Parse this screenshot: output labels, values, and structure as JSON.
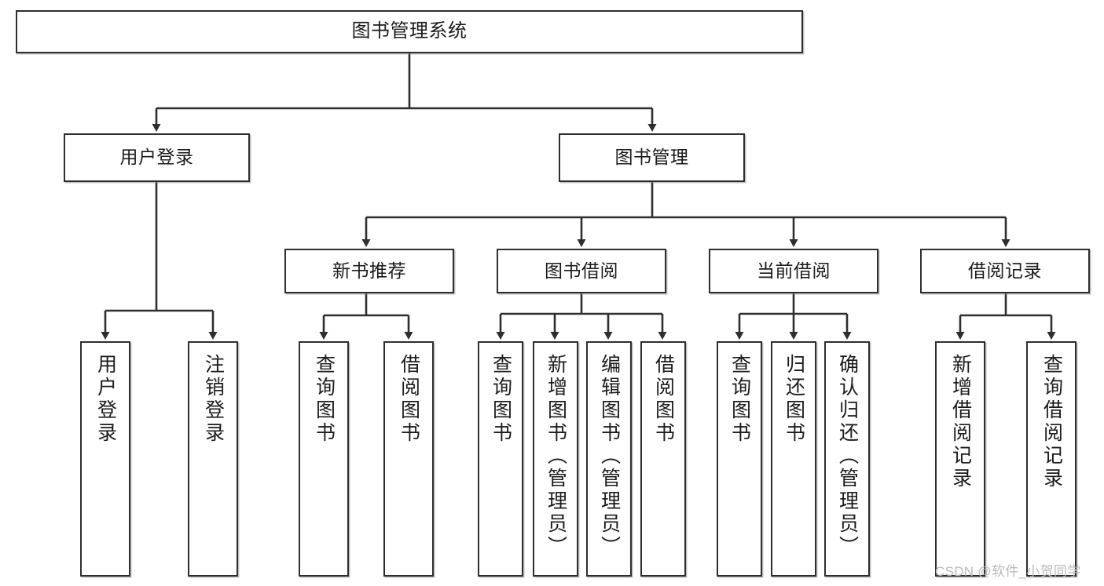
{
  "diagram": {
    "title": "图书管理系统",
    "watermark": "CSDN @软件_小贺同学",
    "stroke_color": "#2e2e2e",
    "background_color": "#ffffff",
    "text_color": "#1b1b1b"
  },
  "root": {
    "label": "图书管理系统"
  },
  "level2": [
    {
      "label": "用户登录"
    },
    {
      "label": "图书管理"
    }
  ],
  "level3": [
    {
      "label": "新书推荐"
    },
    {
      "label": "图书借阅"
    },
    {
      "label": "当前借阅"
    },
    {
      "label": "借阅记录"
    }
  ],
  "leaves": [
    {
      "label": "用户登录",
      "parent": "用户登录"
    },
    {
      "label": "注销登录",
      "parent": "用户登录"
    },
    {
      "label": "查询图书",
      "parent": "新书推荐"
    },
    {
      "label": "借阅图书",
      "parent": "新书推荐"
    },
    {
      "label": "查询图书",
      "parent": "图书借阅"
    },
    {
      "label": "新增图书（管理员）",
      "parent": "图书借阅"
    },
    {
      "label": "编辑图书（管理员）",
      "parent": "图书借阅"
    },
    {
      "label": "借阅图书",
      "parent": "图书借阅"
    },
    {
      "label": "查询图书",
      "parent": "当前借阅"
    },
    {
      "label": "归还图书",
      "parent": "当前借阅"
    },
    {
      "label": "确认归还（管理员）",
      "parent": "当前借阅"
    },
    {
      "label": "新增借阅记录",
      "parent": "借阅记录"
    },
    {
      "label": "查询借阅记录",
      "parent": "借阅记录"
    }
  ]
}
